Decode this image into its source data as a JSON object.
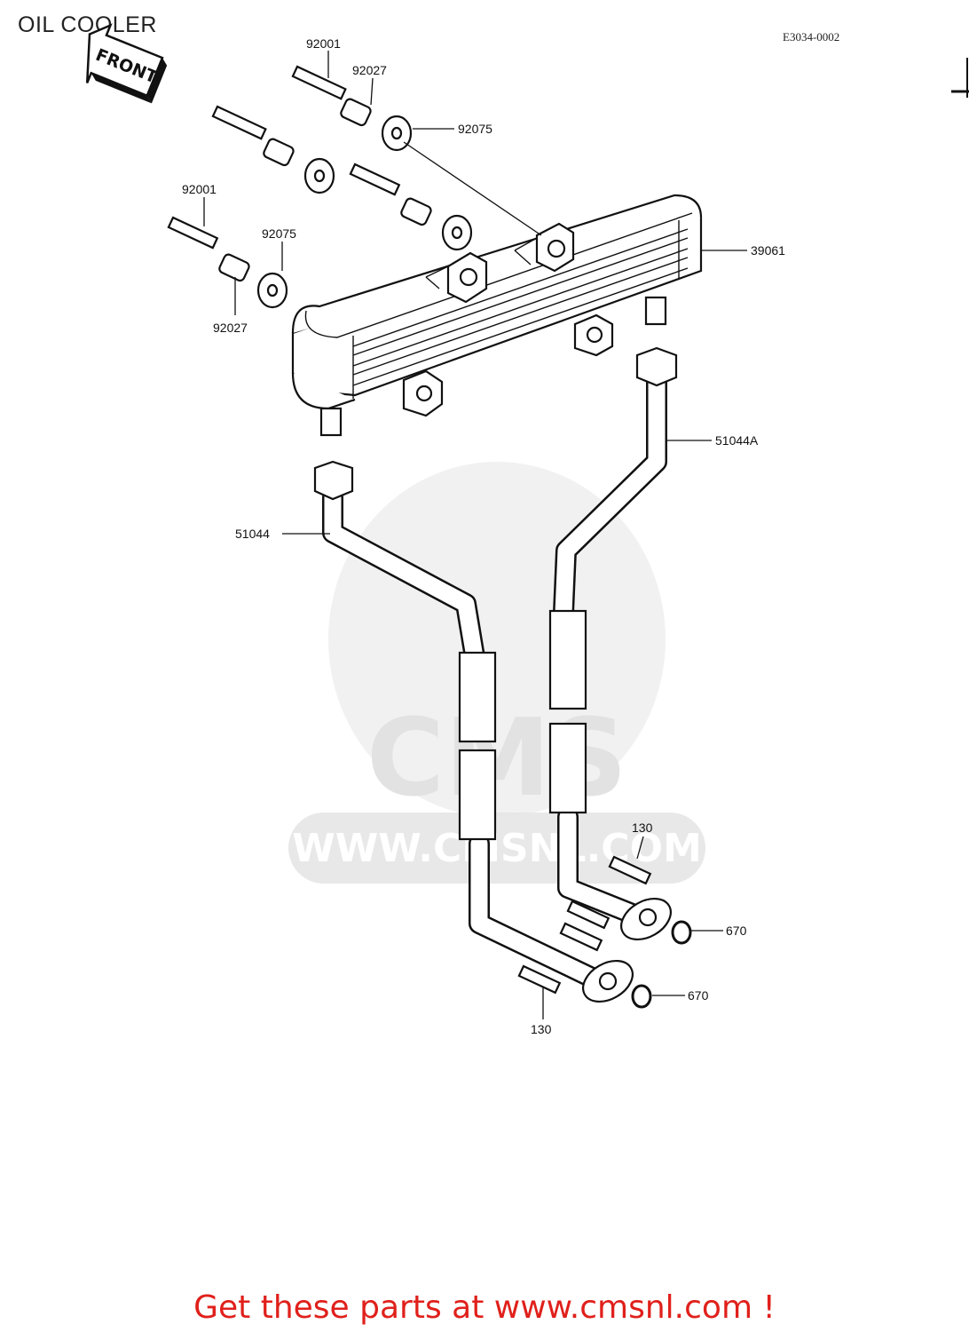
{
  "title": "OIL COOLER",
  "diagram_code": "E3034-0002",
  "front_label": "FRONT",
  "watermark": {
    "brand": "CMS",
    "url": "WWW.CMSNL.COM"
  },
  "parts": {
    "bolt_upper": "92001",
    "collar_upper": "92027",
    "grommet_upper": "92075",
    "bolt_left": "92001",
    "grommet_left": "92075",
    "collar_left": "92027",
    "cooler": "39061",
    "pipe_right": "51044A",
    "pipe_left": "51044",
    "bolt_130_upper": "130",
    "oring_upper": "670",
    "oring_lower": "670",
    "bolt_130_lower": "130"
  },
  "footer": "Get these parts at www.cmsnl.com !",
  "colors": {
    "footer": "#e0201b",
    "line": "#111111",
    "watermark": "#e6e6e6"
  }
}
